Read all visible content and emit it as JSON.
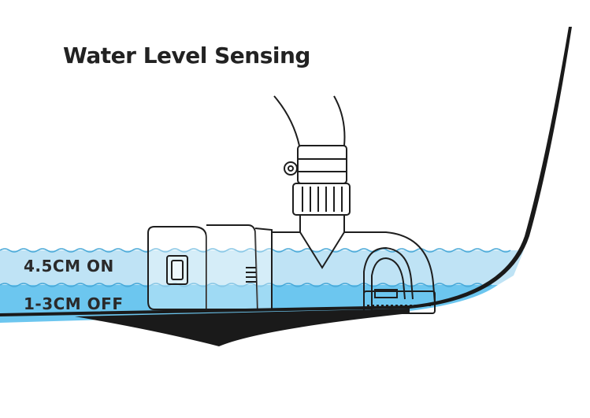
{
  "title": "Water Level Sensing",
  "levels": {
    "on_label": "4.5CM ON",
    "off_label": "1-3CM OFF"
  },
  "colors": {
    "water_on_zone": "#bfe3f5",
    "water_off_zone": "#6cc6ef",
    "wave_line": "#4aa9d8",
    "outline": "#1e1e1e",
    "hull": "#1a1a1a"
  }
}
